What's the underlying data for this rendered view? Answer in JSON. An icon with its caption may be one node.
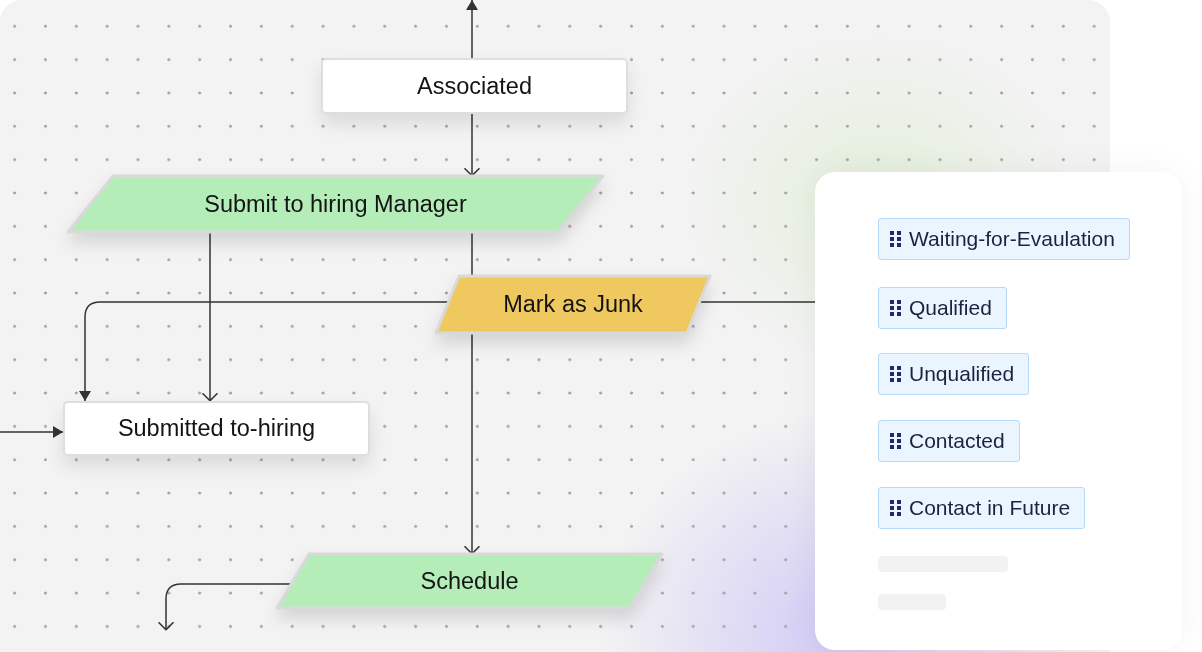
{
  "diagram": {
    "nodes": [
      {
        "text": [
          "Associated"
        ]
      },
      {
        "text": [
          "Submit to hiring Manager"
        ]
      },
      {
        "text": [
          "Mark as Junk"
        ]
      },
      {
        "text": [
          "Submitted to-hiring"
        ]
      },
      {
        "text": [
          "Schedule"
        ]
      },
      {
        "text": [],
        "shape": "box"
      },
      {
        "text": [
          "Waiting-for-Evaulation"
        ],
        "in": 5
      },
      {
        "text": [
          "Qualified"
        ],
        "in": 5
      },
      {
        "text": [
          "Unqualified"
        ],
        "in": 5
      },
      {
        "text": [
          "Contacted"
        ],
        "in": 5
      },
      {
        "text": [
          "Contact in Future"
        ],
        "in": 5
      }
    ],
    "edges": [
      {
        "from": 0,
        "to": null,
        "arrow": "to"
      },
      {
        "from": 0,
        "to": 1,
        "arrow": "to"
      },
      {
        "from": 1,
        "to": 2,
        "arrow": "none"
      },
      {
        "from": 2,
        "to": 4,
        "arrow": "to"
      },
      {
        "from": 1,
        "to": 3,
        "arrow": "to"
      },
      {
        "from": 2,
        "to": 3,
        "arrow": "to"
      },
      {
        "from": 2,
        "to": 5,
        "arrow": "none"
      },
      {
        "from": null,
        "to": 3,
        "arrow": "to"
      },
      {
        "from": 4,
        "to": null,
        "arrow": "to"
      }
    ]
  }
}
